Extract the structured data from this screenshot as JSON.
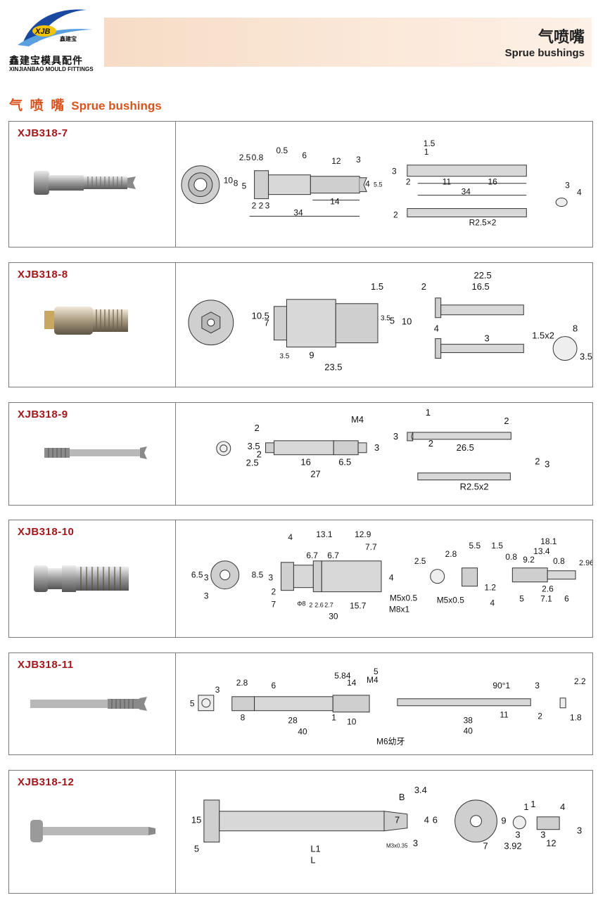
{
  "header": {
    "logo_mark": "XJB",
    "logo_mark_cn": "鑫建宝",
    "logo_cn": "鑫建宝模具配件",
    "logo_en": "XINJIANBAO MOULD FITTINGS",
    "title_cn": "气喷嘴",
    "title_en": "Sprue bushings"
  },
  "section": {
    "title_cn": "气 喷 嘴",
    "title_en": "Sprue bushings"
  },
  "colors": {
    "code": "#a4161a",
    "section": "#d9531e",
    "banner": "#f6dcc6",
    "logo_blue": "#1a4aa0"
  },
  "rows": [
    {
      "code": "XJB318-7",
      "dims": [
        "2.5",
        "0.8",
        "0.5",
        "6",
        "12",
        "3",
        "10",
        "8",
        "5",
        "4",
        "5.5",
        "2",
        "2",
        "3",
        "34",
        "14",
        "1.5",
        "1",
        "3",
        "2",
        "11",
        "16",
        "34",
        "2",
        "R2.5×2",
        "3",
        "4"
      ]
    },
    {
      "code": "XJB318-8",
      "dims": [
        "1.5",
        "10.5",
        "7",
        "3.5",
        "5",
        "10",
        "3.5",
        "9",
        "23.5",
        "2",
        "22.5",
        "16.5",
        "4",
        "3",
        "1.5x2",
        "8",
        "3.5"
      ]
    },
    {
      "code": "XJB318-9",
      "dims": [
        "M4",
        "2",
        "3.5",
        "2",
        "16",
        "6.5",
        "3",
        "2.5",
        "27",
        "1",
        "2",
        "3",
        "2",
        "26.5",
        "R2.5x2",
        "2",
        "3"
      ]
    },
    {
      "code": "XJB318-10",
      "dims": [
        "4",
        "13.1",
        "12.9",
        "6.5",
        "3",
        "8.5",
        "6.7",
        "6.7",
        "7.7",
        "3",
        "4",
        "M5x0.5",
        "M8x1",
        "2",
        "7",
        "2",
        "2.6",
        "2.7",
        "15.7",
        "30",
        "3",
        "Φ8",
        "2.5",
        "2.8",
        "5.5",
        "1.5",
        "0.8",
        "M5x0.5",
        "1.2",
        "4",
        "18.1",
        "13.4",
        "9.2",
        "0.8",
        "2.96",
        "2.6",
        "5",
        "7.1",
        "6"
      ]
    },
    {
      "code": "XJB318-11",
      "dims": [
        "3",
        "2.8",
        "6",
        "5.84",
        "14",
        "M4",
        "5",
        "5",
        "8",
        "28",
        "1",
        "10",
        "40",
        "M6幼牙",
        "90°1",
        "3",
        "2.2",
        "11",
        "2",
        "38",
        "40",
        "1.8"
      ]
    },
    {
      "code": "XJB318-12",
      "dims": [
        "B",
        "3.4",
        "15",
        "7",
        "4",
        "6",
        "5",
        "L1",
        "L",
        "M3x0.35",
        "3",
        "9",
        "7",
        "3.92",
        "1",
        "1",
        "3",
        "4",
        "3",
        "12",
        "3"
      ]
    }
  ]
}
